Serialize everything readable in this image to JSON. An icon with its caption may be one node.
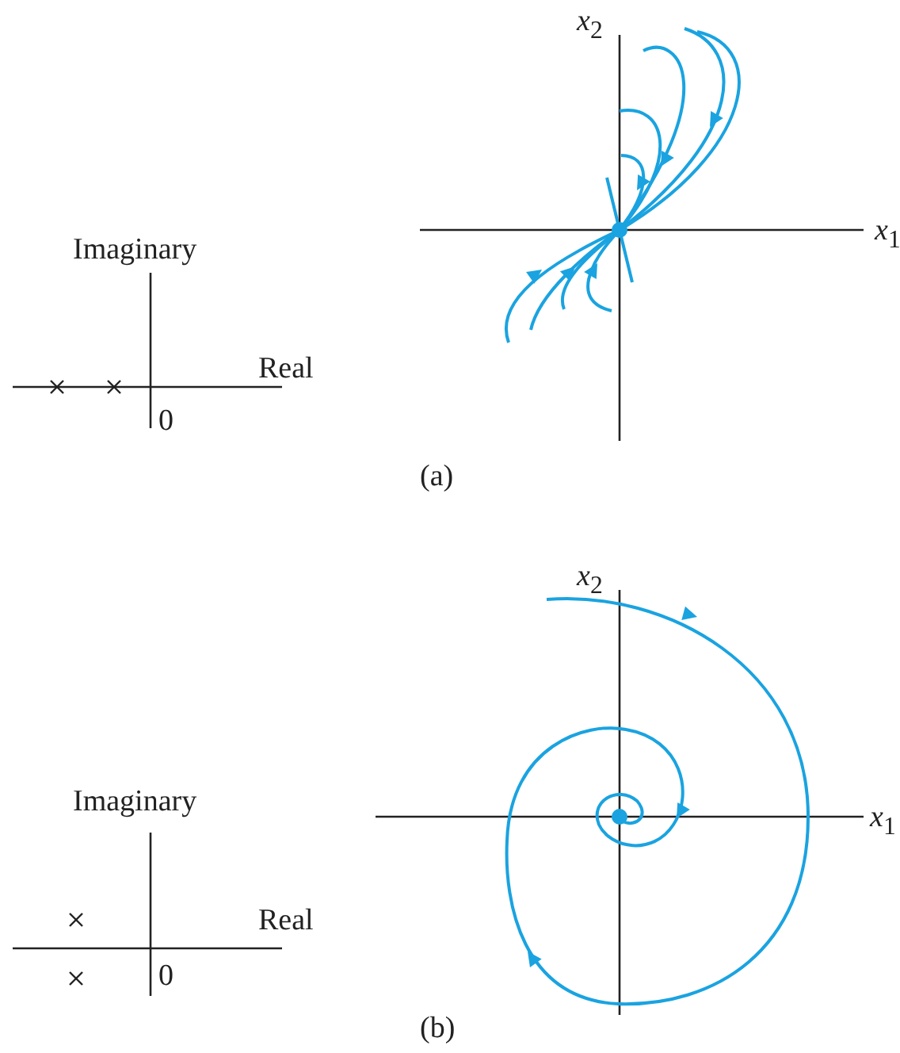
{
  "diagram": {
    "labels": [
      "*x*$_{2}$",
      "*x*$_{1}$",
      "Imaginary",
      "Real",
      "0",
      "(a)",
      "*x*$_{2}$",
      "*x*$_{1}$",
      "Imaginary",
      "Real",
      "0",
      "(b)"
    ]
  }
}
